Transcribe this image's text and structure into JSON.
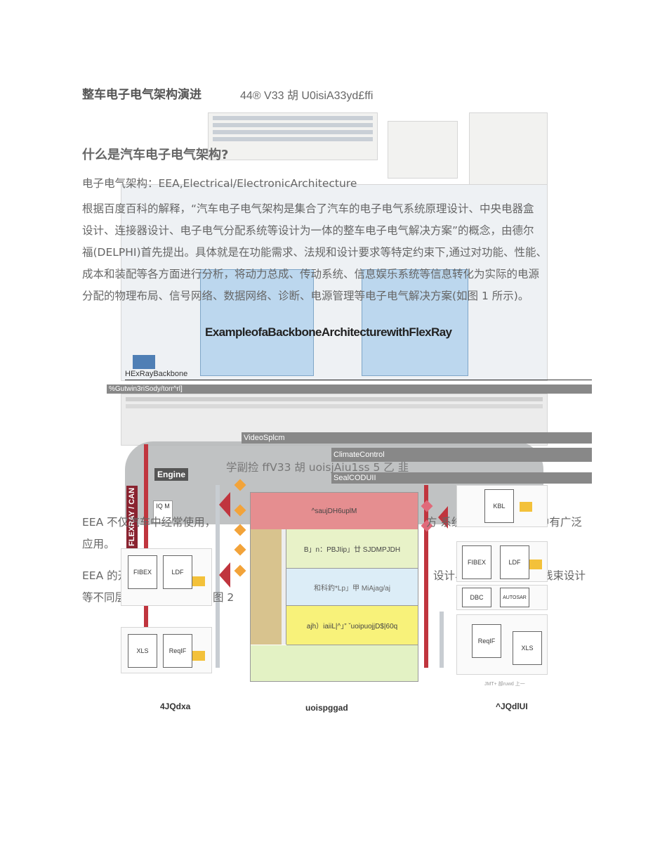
{
  "header": {
    "title": "整车电子电气架构演进",
    "code": "44® V33 胡 U0isiA33yd£ffi"
  },
  "section": {
    "heading": "什么是汽车电子电气架构?",
    "definition": "电子电气架构：EEA,Electrical/ElectronicArchitecture",
    "para1_lines": [
      "根据百度百科的解释，“汽车电子电气架构是集合了汽车的电子电气系统原理设计、中央电器盒",
      "设计、连接器设计、电子电气分配系统等设计为一体的整车电子电气解决方案”的概念，由德尔",
      "福(DELPHI)首先提出。具体就是在功能需求、法规和设计要求等特定约束下,通过对功能、性能、",
      "成本和装配等各方面进行分析，将动力总成、传动系统、信息娱乐系统等信息转化为实际的电源",
      "分配的物理布局、信号网络、数据网络、诊断、电源管理等电子电气解决方案(如图 1 所示)。"
    ],
    "para2_lines": [
      "EEA 不仅汽车中经常使用，",
      "方 系统等其他控制系统中有广泛",
      "应用。"
    ],
    "para3_lines": [
      "EEA 的开发包括需求定义、",
      "设计、硬件架构设计、线束设计",
      "等不同层面的开发活动，如图 2"
    ]
  },
  "figure1": {
    "heading": "ExampleofaBackboneArchitecturewithFlexRay",
    "backbone_label": "HExRayBackbone",
    "bar1": "%Gutwin3riSody/torr^rl]",
    "bar2": "VideoSplcm",
    "bar3": "ClimateControl",
    "bar4": "SealCODUII",
    "overlay_text": "学副捡 ffV33 胡 uoisjAiu1ss 5 乙 韭",
    "engine_label": "Engine",
    "flexray_label": "FLEXRAY / CAN",
    "iq_label": "IQ M"
  },
  "figure2": {
    "top_label": "^saujDH6uplM",
    "rows": [
      "B」n：PBJIip」廿 SJDMPJDH",
      "和科釣*Lp」甲 MiAjag/aj",
      "ajh）iaiiL|^」” ˇuoipuojjD$|60q"
    ],
    "colors": {
      "top": "#e58e90",
      "side": "#d8c38e",
      "row1": "#e8f2c8",
      "row2": "#dcedf7",
      "row3": "#f8f27a",
      "bottom": "#e3f2c4"
    }
  },
  "docs_left": [
    "FIBEX",
    "LDF",
    "XLS",
    "ReqIF"
  ],
  "docs_right": [
    "KBL",
    "FIBEX",
    "LDF",
    "DBC",
    "AUTOSAR",
    "ReqIF",
    "XLS"
  ],
  "captions": {
    "left": "4JQdxa",
    "center": "uoispggad",
    "right": "^JQdlUI",
    "tiny": "JMT+ 部ruwd 上一"
  }
}
